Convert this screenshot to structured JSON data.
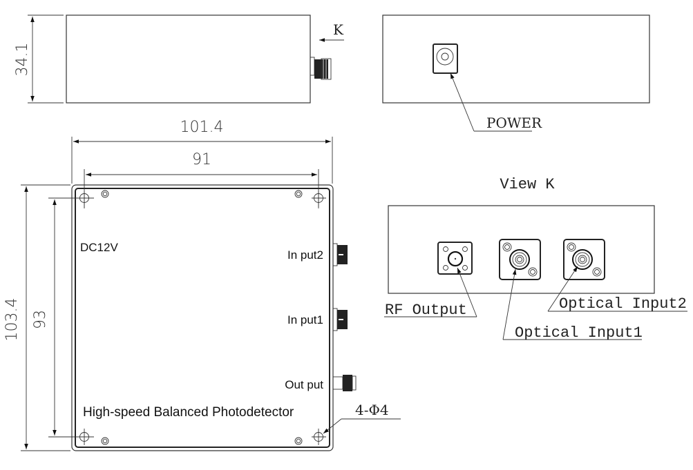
{
  "drawing": {
    "title": "High-speed Balanced Photodetector",
    "side_view": {
      "height_dimension": "34.1",
      "view_arrow_label": "K"
    },
    "back_view": {
      "power_label": "POWER"
    },
    "top_view": {
      "overall_width_dimension": "101.4",
      "hole_spacing_width_dimension": "91",
      "overall_height_dimension": "103.4",
      "hole_spacing_height_dimension": "93",
      "power_label": "DC12V",
      "input2_label": "In put2",
      "input1_label": "In put1",
      "output_label": "Out put",
      "product_name": "High-speed Balanced Photodetector",
      "mounting_hole_label": "4-Φ4"
    },
    "view_k": {
      "title": "View K",
      "rf_output_label": "RF Output",
      "optical_input1_label": "Optical Input1",
      "optical_input2_label": "Optical Input2"
    }
  }
}
